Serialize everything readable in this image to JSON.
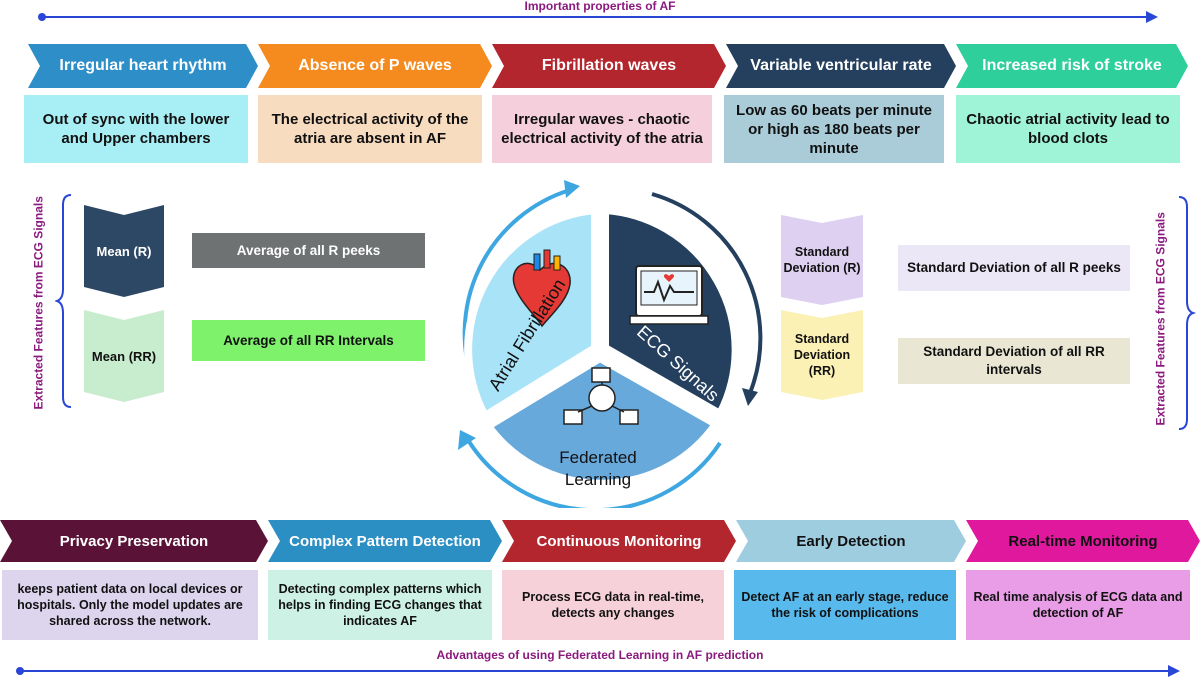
{
  "header": {
    "title": "Important properties of AF"
  },
  "properties": [
    {
      "label": "Irregular heart rhythm",
      "desc": "Out of sync with the lower and Upper chambers",
      "color": "#2e8ec7",
      "box": "#a8eef5"
    },
    {
      "label": "Absence of P waves",
      "desc": "The electrical activity of the atria are absent in AF",
      "color": "#f58a1f",
      "box": "#f8dcc0"
    },
    {
      "label": "Fibrillation waves",
      "desc": "Irregular waves - chaotic electrical activity of the atria",
      "color": "#b3262e",
      "box": "#f5cfdb"
    },
    {
      "label": "Variable ventricular rate",
      "desc": "Low as 60 beats per minute or high as 180 beats per minute",
      "color": "#24405e",
      "box": "#a9ccd8"
    },
    {
      "label": "Increased risk of stroke",
      "desc": "Chaotic atrial activity lead to blood clots",
      "color": "#2fcf9b",
      "box": "#9ff3d6"
    }
  ],
  "side_label": "Extracted Features from ECG Signals",
  "left_features": [
    {
      "tag": "Mean (R)",
      "desc": "Average of all R peeks",
      "tag_color": "#2c4864",
      "tag_text": "#ffffff",
      "desc_color": "#6f7273",
      "desc_text": "#ffffff"
    },
    {
      "tag": "Mean (RR)",
      "desc": "Average of all RR Intervals",
      "tag_color": "#c8ecce",
      "tag_text": "#111111",
      "desc_color": "#7ff26c",
      "desc_text": "#111111"
    }
  ],
  "right_features": [
    {
      "tag": "Standard Deviation (R)",
      "desc": "Standard Deviation of all R peeks",
      "tag_color": "#ddd0f0",
      "desc_color": "#ece7f6"
    },
    {
      "tag": "Standard Deviation (RR)",
      "desc": "Standard Deviation of all RR intervals",
      "tag_color": "#fbf1b5",
      "desc_color": "#e9e7d3"
    }
  ],
  "center": {
    "seg1": "Atrial Fibrillation",
    "seg2": "ECG Signals",
    "seg3_line1": "Federated",
    "seg3_line2": "Learning"
  },
  "advantages": [
    {
      "label": "Privacy Preservation",
      "desc": "keeps patient data on local devices or hospitals. Only the model updates are shared across the network.",
      "color": "#5a1337",
      "box": "#ddd5ee"
    },
    {
      "label": "Complex Pattern Detection",
      "desc": "Detecting complex patterns which helps in finding ECG changes that indicates AF",
      "color": "#2c8fc4",
      "box": "#cdf1e4"
    },
    {
      "label": "Continuous Monitoring",
      "desc": "Process ECG data in real-time, detects any changes",
      "color": "#b3262e",
      "box": "#f6d1da"
    },
    {
      "label": "Early Detection",
      "desc": "Detect AF at an early stage, reduce the risk of complications",
      "color": "#9fcde0",
      "box": "#58b9ec"
    },
    {
      "label": "Real-time Monitoring",
      "desc": "Real time analysis of ECG data and detection of AF",
      "color": "#e0189d",
      "box": "#e99de6"
    }
  ],
  "footer": {
    "title": "Advantages of using Federated Learning in AF prediction"
  }
}
